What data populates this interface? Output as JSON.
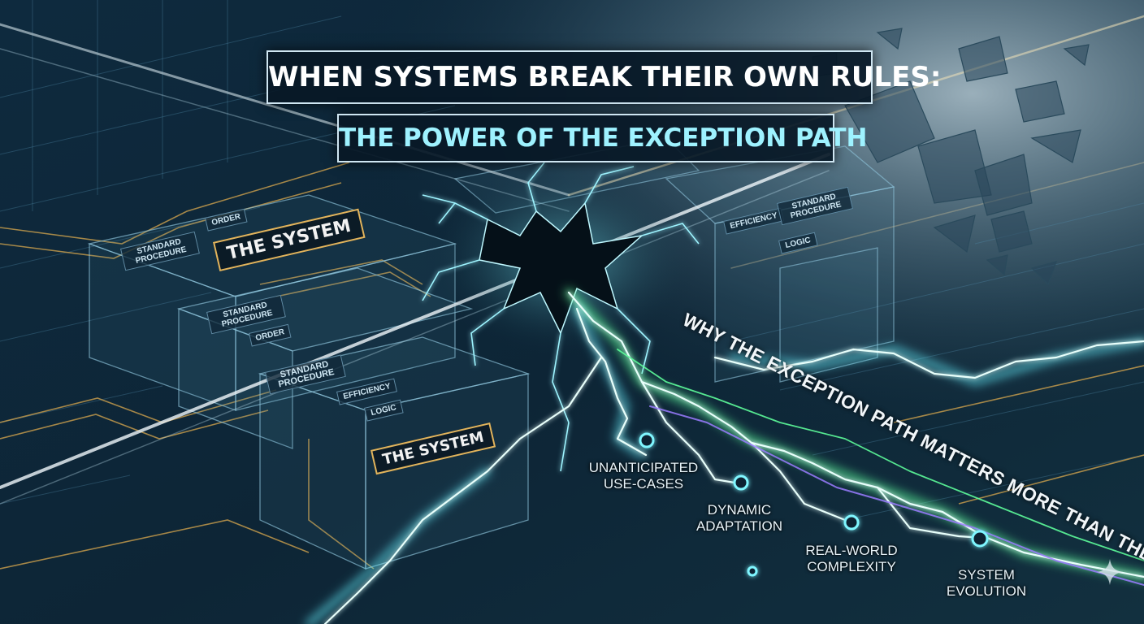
{
  "title": {
    "line1": "WHEN SYSTEMS BREAK THEIR OWN RULES:",
    "line2": "THE POWER OF THE EXCEPTION PATH"
  },
  "subtitle": "WHY THE EXCEPTION PATH MATTERS MORE THAN THE DESIGN",
  "system_tags": {
    "upper": "THE SYSTEM",
    "lower": "THE SYSTEM"
  },
  "module_labels": {
    "order_top": "ORDER",
    "standard_procedure_top": "STANDARD PROCEDURE",
    "standard_procedure_mid": "STANDARD PROCEDURE",
    "order_mid": "ORDER",
    "standard_procedure_low": "STANDARD PROCEDURE",
    "efficiency_low": "EFFICIENCY",
    "logic_low": "LOGIC",
    "efficiency_right": "EFFICIENCY",
    "standard_procedure_right": "STANDARD PROCEDURE",
    "logic_right": "LOGIC"
  },
  "exception_nodes": [
    {
      "line1": "UNANTICIPATED",
      "line2": "USE-CASES"
    },
    {
      "line1": "DYNAMIC",
      "line2": "ADAPTATION"
    },
    {
      "line1": "REAL-WORLD",
      "line2": "COMPLEXITY"
    },
    {
      "line1": "SYSTEM",
      "line2": "EVOLUTION"
    }
  ],
  "colors": {
    "background": "#0b2233",
    "grid_line": "#4f89a8",
    "gold_trace": "#d9a84e",
    "lightning_cyan": "#66f2ff",
    "lightning_green": "#5dfc9a",
    "lightning_violet": "#9a7bff",
    "title_text": "#ffffff",
    "title_accent": "#9ef2ff"
  },
  "icons": [
    "sparkle-icon"
  ]
}
